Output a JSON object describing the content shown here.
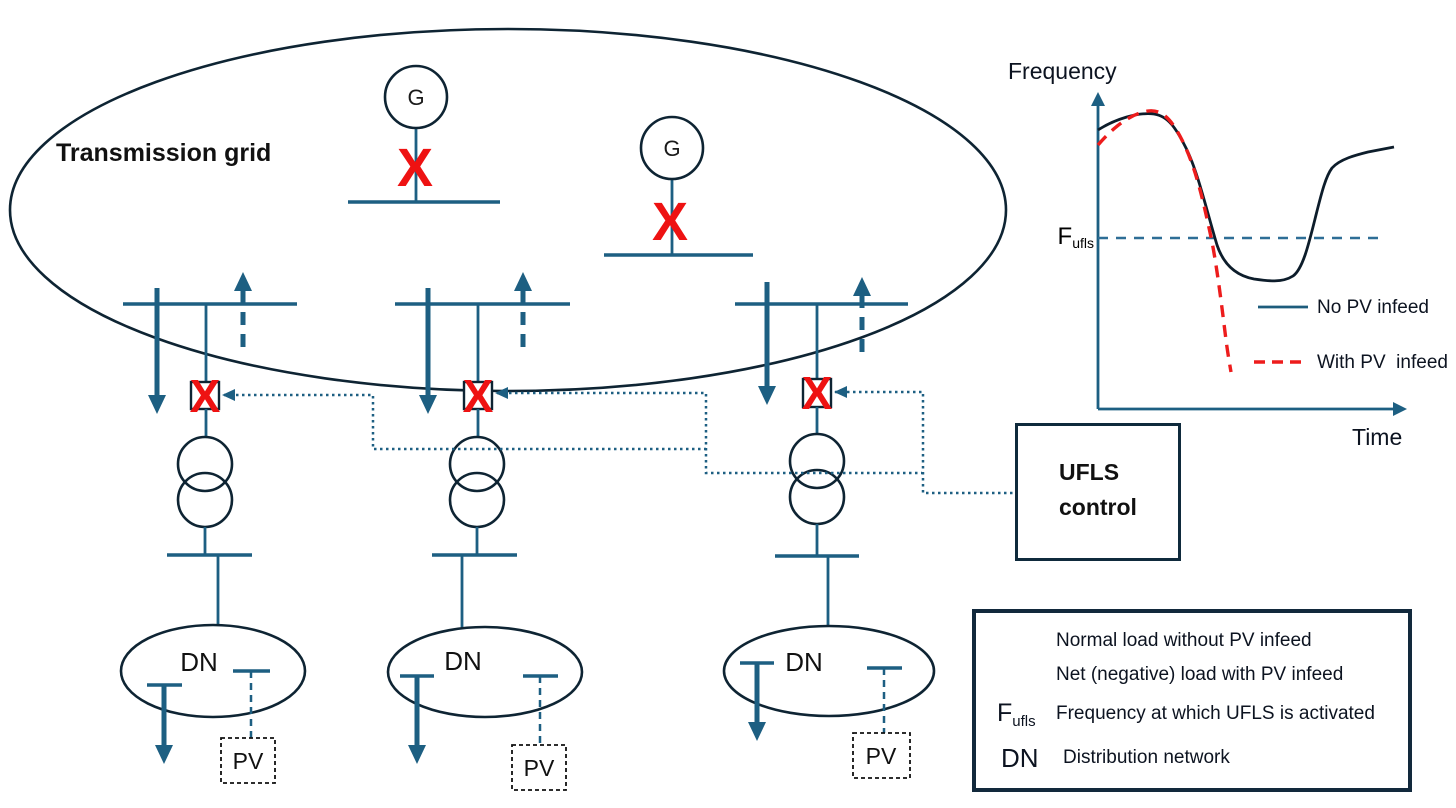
{
  "labels": {
    "generator": "G",
    "fault": "X",
    "dn": "DN",
    "pv": "PV"
  },
  "transmission": {
    "label": "Transmission grid"
  },
  "ufls": {
    "line1": "UFLS",
    "line2": "control"
  },
  "chart": {
    "title": "Frequency",
    "xlabel": "Time",
    "threshold_main": "F",
    "threshold_sub": "ufls",
    "series": [
      {
        "name": "No PV infeed"
      },
      {
        "name": "With PV  infeed"
      }
    ]
  },
  "legend": {
    "rows": [
      {
        "symbol": "solid-arrow",
        "text": "Normal load without PV infeed"
      },
      {
        "symbol": "dashed-arrow",
        "text": "Net (negative) load with PV infeed"
      },
      {
        "symbol_main": "F",
        "symbol_sub": "ufls",
        "text": "Frequency at which UFLS is activated"
      },
      {
        "symbol": "DN",
        "text": "Distribution network"
      }
    ]
  },
  "colors": {
    "teal": "#1d5f82",
    "navy": "#0e2433",
    "red": "#ed1c1c",
    "curve_dark": "#0d1d2b",
    "threshold_blue": "#2e6e96"
  },
  "chart_data": {
    "type": "line",
    "title": "Frequency",
    "xlabel": "Time",
    "ylabel": "Frequency",
    "grid": false,
    "legend_position": "inside lower right",
    "threshold_label": "Fufls",
    "threshold_y": 0.55,
    "series": [
      {
        "name": "No PV infeed",
        "style": "solid",
        "color": "#0d1d2b",
        "x": [
          0.0,
          0.1,
          0.18,
          0.25,
          0.32,
          0.4,
          0.47,
          0.52,
          0.58,
          0.63,
          0.67,
          0.71,
          0.74,
          0.8,
          1.0
        ],
        "y": [
          0.9,
          0.94,
          0.95,
          0.91,
          0.78,
          0.56,
          0.47,
          0.42,
          0.41,
          0.43,
          0.55,
          0.7,
          0.77,
          0.79,
          0.85
        ]
      },
      {
        "name": "With PV  infeed",
        "style": "dashed",
        "color": "#ed1c1c",
        "x": [
          0.0,
          0.08,
          0.17,
          0.25,
          0.32,
          0.38,
          0.41,
          0.43
        ],
        "y": [
          0.85,
          0.92,
          0.96,
          0.89,
          0.67,
          0.4,
          0.22,
          0.11
        ]
      }
    ]
  }
}
